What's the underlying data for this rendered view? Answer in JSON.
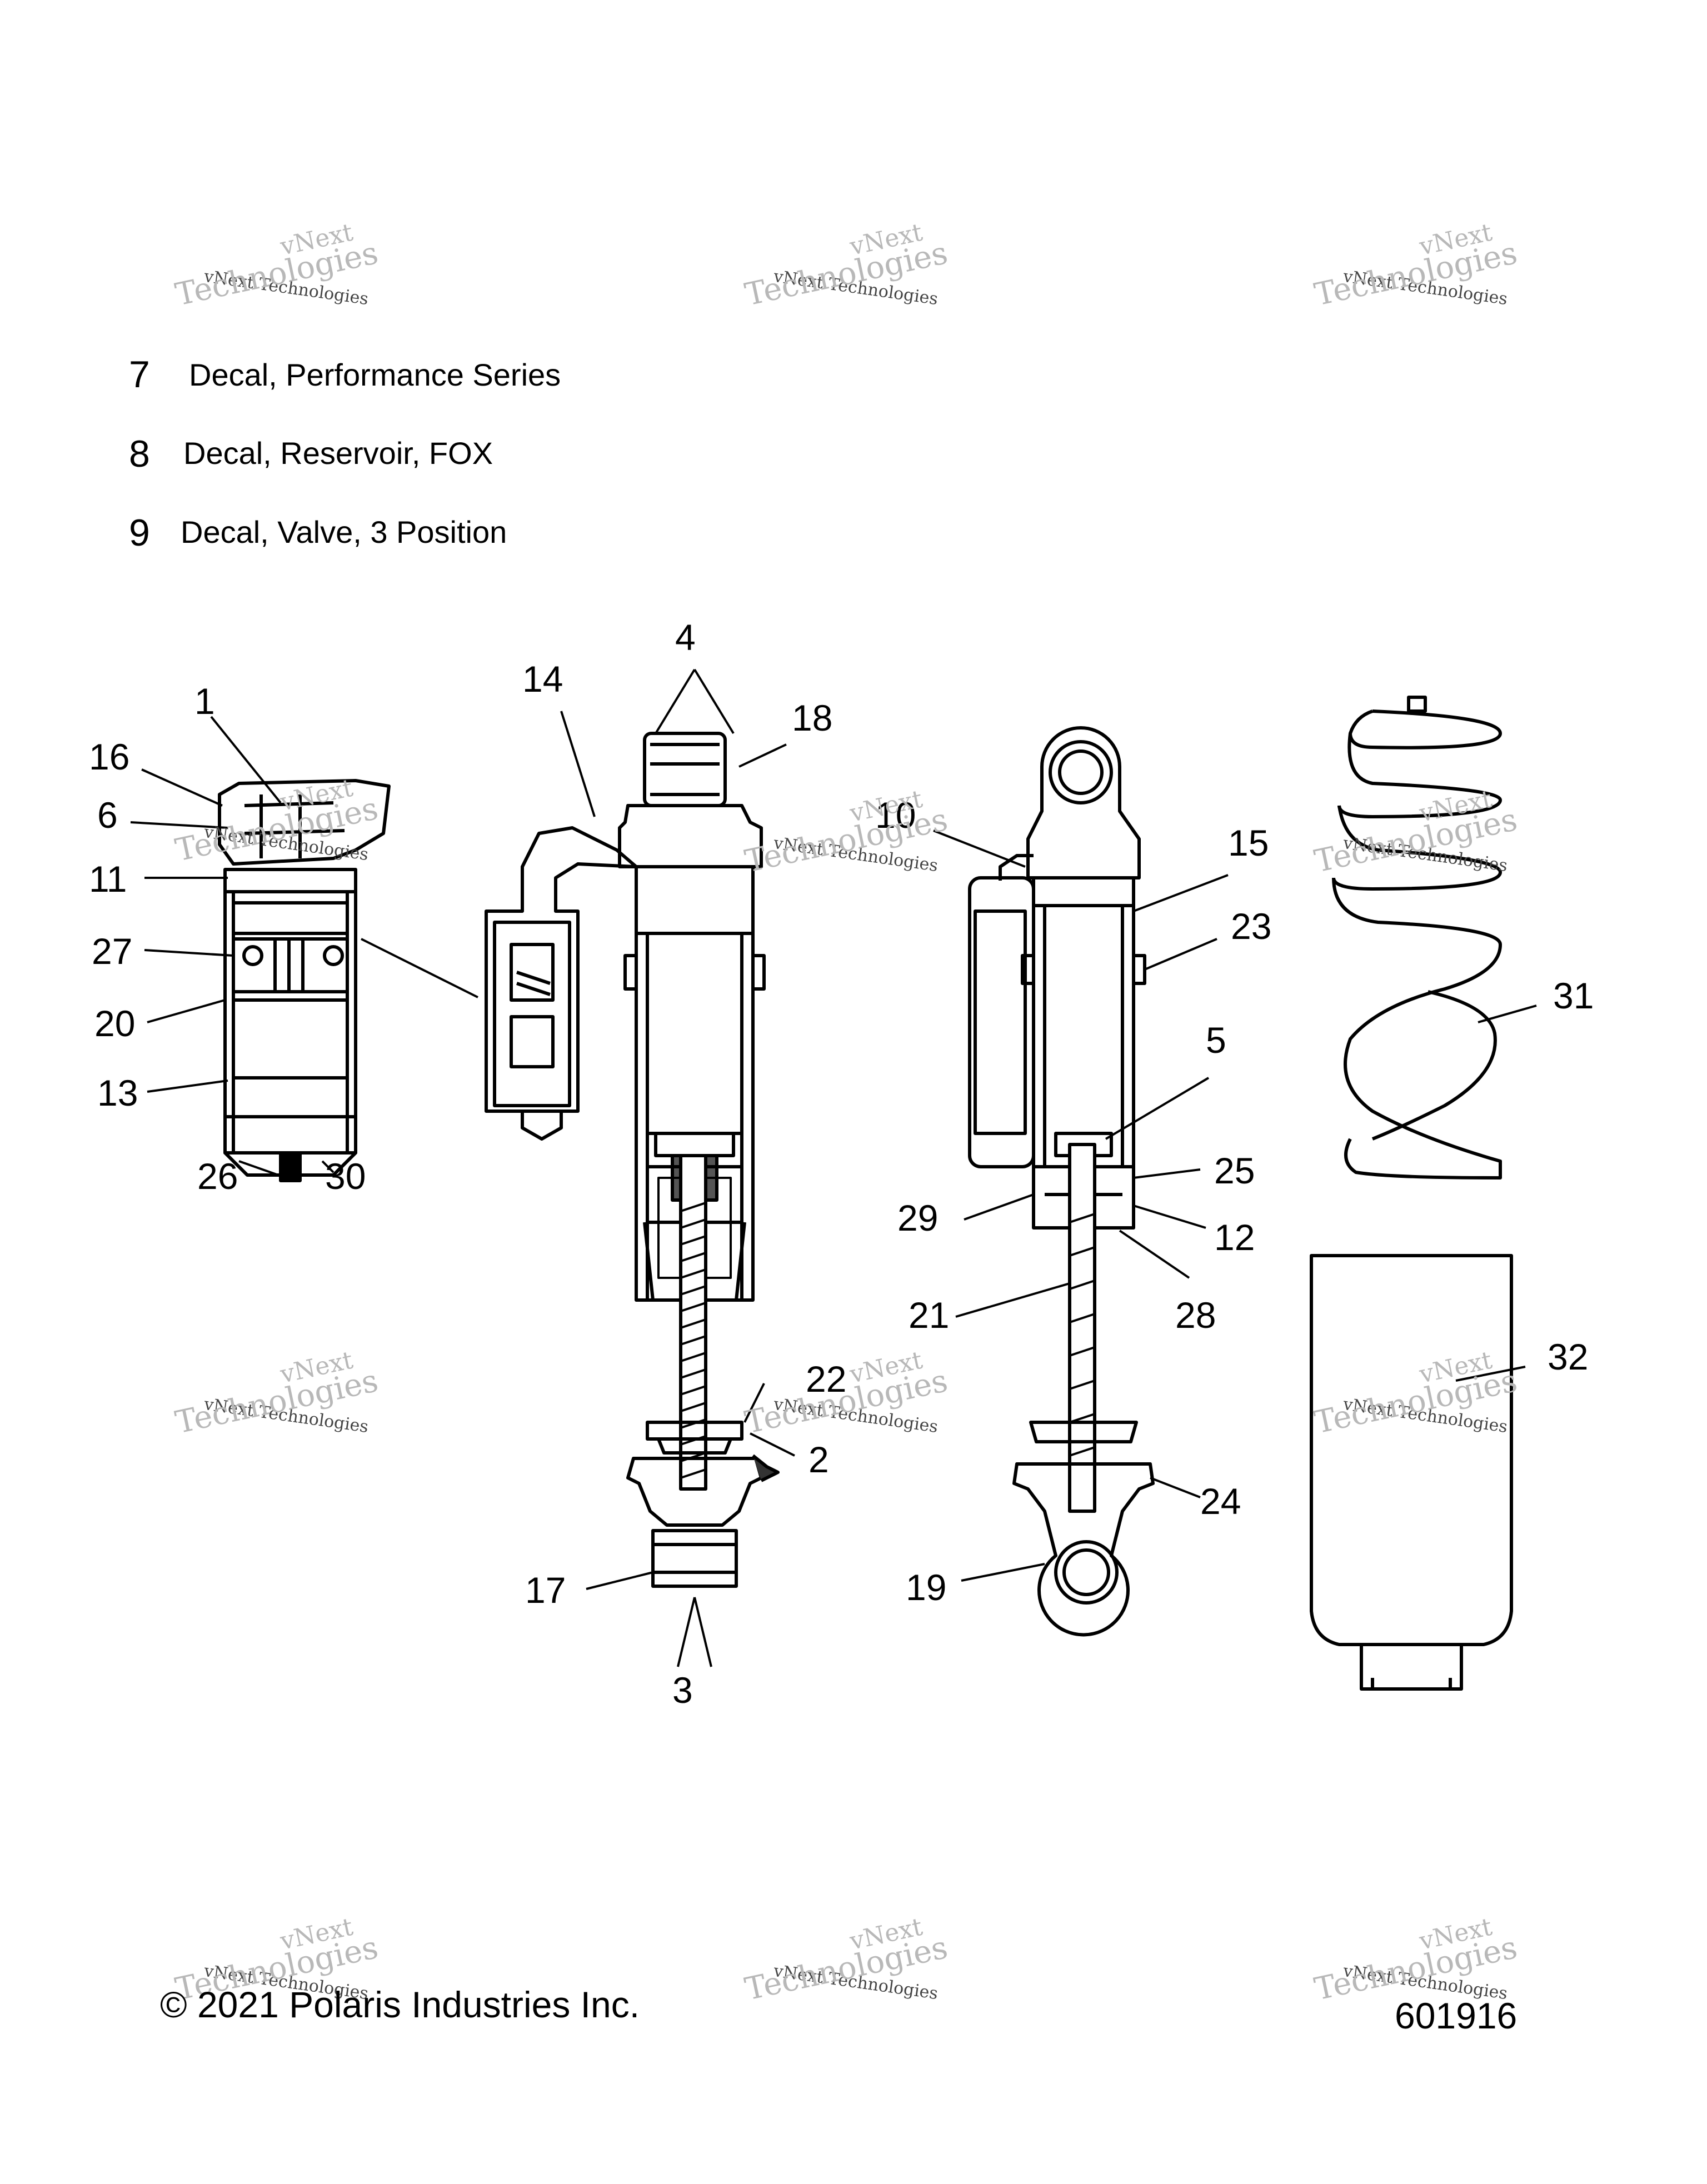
{
  "legend": [
    {
      "num": "7",
      "desc": "Decal, Performance Series"
    },
    {
      "num": "8",
      "desc": "Decal, Reservoir, FOX"
    },
    {
      "num": "9",
      "desc": "Decal, Valve, 3 Position"
    }
  ],
  "watermark": {
    "line1": "vNext",
    "line2": "vNext Technologies",
    "line3": "Technologies"
  },
  "callouts": [
    "1",
    "2",
    "3",
    "4",
    "5",
    "6",
    "10",
    "11",
    "12",
    "13",
    "14",
    "15",
    "16",
    "17",
    "18",
    "19",
    "20",
    "21",
    "22",
    "23",
    "24",
    "25",
    "26",
    "27",
    "28",
    "29",
    "30",
    "31",
    "32"
  ],
  "footer": {
    "copyright": "© 2021 Polaris Industries Inc.",
    "figure_id": "601916"
  }
}
